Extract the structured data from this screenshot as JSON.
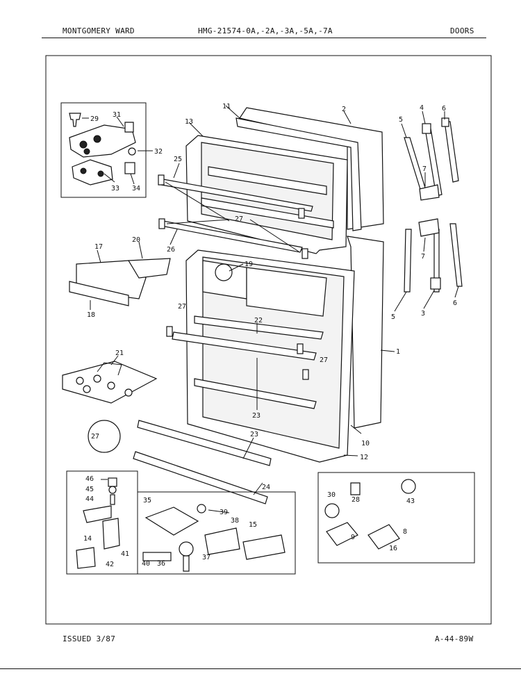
{
  "header": {
    "brand": "MONTGOMERY WARD",
    "model": "HMG-21574-0A,-2A,-3A,-5A,-7A",
    "section": "DOORS"
  },
  "footer": {
    "issued": "ISSUED 3/87",
    "code": "A-44-89W"
  },
  "callouts": {
    "c1": "1",
    "c2": "2",
    "c3": "3",
    "c4": "4",
    "c5a": "5",
    "c5b": "5",
    "c6a": "6",
    "c6b": "6",
    "c7a": "7",
    "c7b": "7",
    "c8": "8",
    "c9": "9",
    "c10": "10",
    "c11": "11",
    "c12": "12",
    "c13": "13",
    "c14": "14",
    "c15": "15",
    "c16": "16",
    "c17": "17",
    "c18": "18",
    "c19": "19",
    "c20": "20",
    "c21": "21",
    "c22": "22",
    "c23a": "23",
    "c23b": "23",
    "c24": "24",
    "c25": "25",
    "c26": "26",
    "c27a": "27",
    "c27b": "27",
    "c27c": "27",
    "c27d": "27",
    "c28": "28",
    "c29": "29",
    "c30": "30",
    "c31": "31",
    "c32": "32",
    "c33": "33",
    "c34": "34",
    "c35": "35",
    "c36": "36",
    "c37": "37",
    "c38": "38",
    "c39": "39",
    "c40": "40",
    "c41": "41",
    "c42": "42",
    "c43": "43",
    "c44": "44",
    "c45": "45",
    "c46": "46"
  }
}
